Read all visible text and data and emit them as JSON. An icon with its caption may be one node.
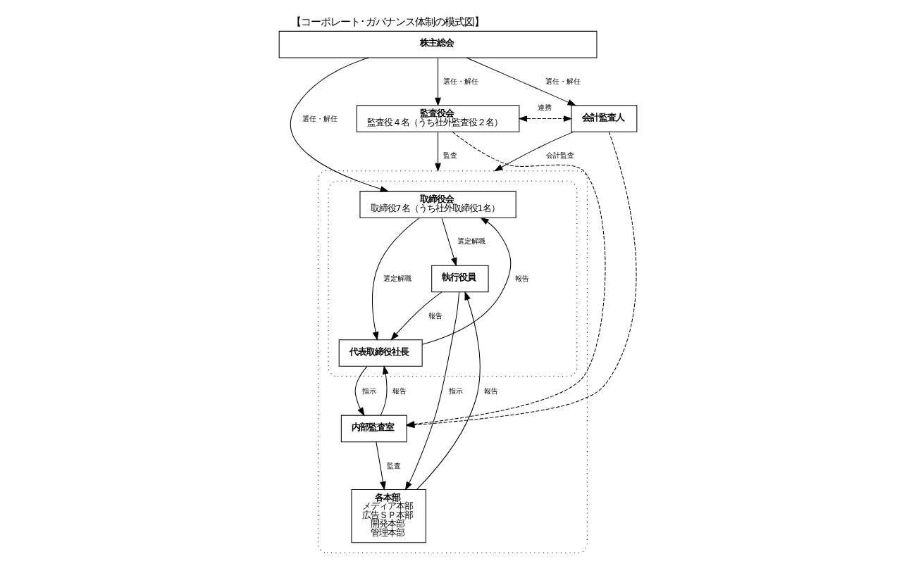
{
  "diagram": {
    "title": "【コーポレート･ガバナンス体制の模式図】",
    "nodes": [
      {
        "text": [
          "株主総会"
        ]
      },
      {
        "text": [],
        "shape": "box"
      },
      {
        "text": [],
        "shape": "box",
        "in": 1
      },
      {
        "text": [
          "取締役会",
          "取締役7名（うち社外取締役1名）"
        ],
        "in": 2
      },
      {
        "text": [
          "代表取締役社長"
        ],
        "in": 2
      },
      {
        "text": [
          "執行役員"
        ],
        "in": 2
      },
      {
        "text": [
          "内部監査室"
        ],
        "in": 1
      },
      {
        "text": [
          "各本部",
          "メディア本部",
          "広告ＳＰ本部",
          "開発本部",
          "管理本部"
        ],
        "in": 1
      },
      {
        "text": [
          "監査役会",
          "監査役４名（うち社外監査役２名）"
        ]
      },
      {
        "text": [
          "会計監査人"
        ]
      }
    ],
    "edges": [
      {
        "from": 0,
        "to": 3,
        "arrow": "to",
        "label": "選任・解任"
      },
      {
        "from": 0,
        "to": 8,
        "arrow": "to",
        "label": "選任・解任"
      },
      {
        "from": 0,
        "to": 9,
        "arrow": "to",
        "label": "選任・解任"
      },
      {
        "from": 8,
        "to": 1,
        "arrow": "to",
        "label": "監査"
      },
      {
        "from": 3,
        "to": 4,
        "arrow": "to",
        "label": "選定解職"
      },
      {
        "from": 3,
        "to": 5,
        "arrow": "to",
        "label": "選定解職"
      },
      {
        "from": 4,
        "to": 3,
        "arrow": "to",
        "label": "報告"
      },
      {
        "from": 5,
        "to": 4,
        "arrow": "to",
        "label": "報告"
      },
      {
        "from": 4,
        "to": 6,
        "arrow": "to",
        "label": "指示"
      },
      {
        "from": 6,
        "to": 4,
        "arrow": "to",
        "label": "報告"
      },
      {
        "from": 5,
        "to": 7,
        "arrow": "to",
        "label": "指示"
      },
      {
        "from": 7,
        "to": 5,
        "arrow": "to",
        "label": "報告"
      },
      {
        "from": 6,
        "to": 7,
        "arrow": "to",
        "label": "監査"
      },
      {
        "from": 8,
        "to": 9,
        "arrow": "both",
        "style": "dashed",
        "label": "連携"
      },
      {
        "from": 8,
        "to": 6,
        "arrow": "to",
        "style": "dashed"
      },
      {
        "from": 9,
        "to": 6,
        "arrow": "to",
        "style": "dashed"
      },
      {
        "from": 9,
        "to": 1,
        "arrow": "to",
        "label": "会計監査"
      }
    ]
  }
}
